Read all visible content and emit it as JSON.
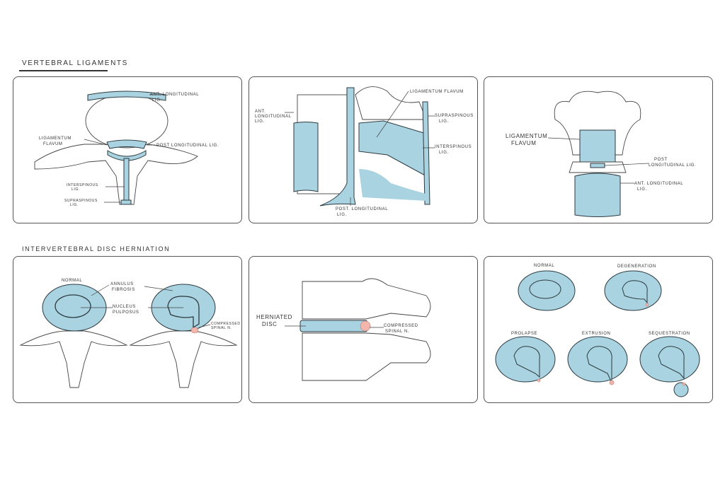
{
  "sections": [
    {
      "title": "Vertebral Ligaments"
    },
    {
      "title": "Intervertebral Disc Herniation"
    }
  ],
  "colors": {
    "ligament_blue": "#a9d3e1",
    "nerve_pink": "#f2b6ad",
    "ink": "#333333"
  },
  "panels": {
    "axial_ligaments": {
      "ant_long_1": "ANT. LONGITUDINAL",
      "ant_long_2": "LIG.",
      "lig_flavum_1": "LIGAMENTUM",
      "lig_flavum_2": "FLAVUM",
      "post_long": "POST LONGITUDINAL LIG.",
      "interspinous_1": "INTERSPINOUS",
      "interspinous_2": "LIG.",
      "supraspinous_1": "SUPRASPINOUS",
      "supraspinous_2": "LIG."
    },
    "lateral_ligaments": {
      "ant_long_1": "ANT.",
      "ant_long_2": "LONGITUDINAL",
      "ant_long_3": "LIG.",
      "lig_flavum": "LIGAMENTUM FLAVUM",
      "supraspinous_1": "SUPRASPINOUS",
      "supraspinous_2": "LIG.",
      "interspinous_1": "INTERSPINOUS",
      "interspinous_2": "LIG.",
      "post_long_1": "POST. LONGITUDINAL",
      "post_long_2": "LIG."
    },
    "posterior_ligaments": {
      "lig_flavum_1": "LIGAMENTUM",
      "lig_flavum_2": "FLAVUM",
      "post_long_1": "POST",
      "post_long_2": "LONGITUDINAL LIG.",
      "ant_long_1": "ANT. LONGITUDINAL",
      "ant_long_2": "LIG."
    },
    "axial_herniation": {
      "normal": "NORMAL",
      "annulus_1": "ANNULUS",
      "annulus_2": "FIBROSIS",
      "nucleus_1": "NUCLEUS",
      "nucleus_2": "PULPOSUS",
      "compressed_1": "COMPRESSED",
      "compressed_2": "SPINAL N."
    },
    "lateral_herniation": {
      "herniated_1": "HERNIATED",
      "herniated_2": "DISC",
      "compressed_1": "COMPRESSED",
      "compressed_2": "SPINAL N."
    },
    "stages": {
      "normal": "NORMAL",
      "degeneration": "DEGENERATION",
      "prolapse": "PROLAPSE",
      "extrusion": "EXTRUSION",
      "sequestration": "SEQUESTRATION"
    }
  }
}
